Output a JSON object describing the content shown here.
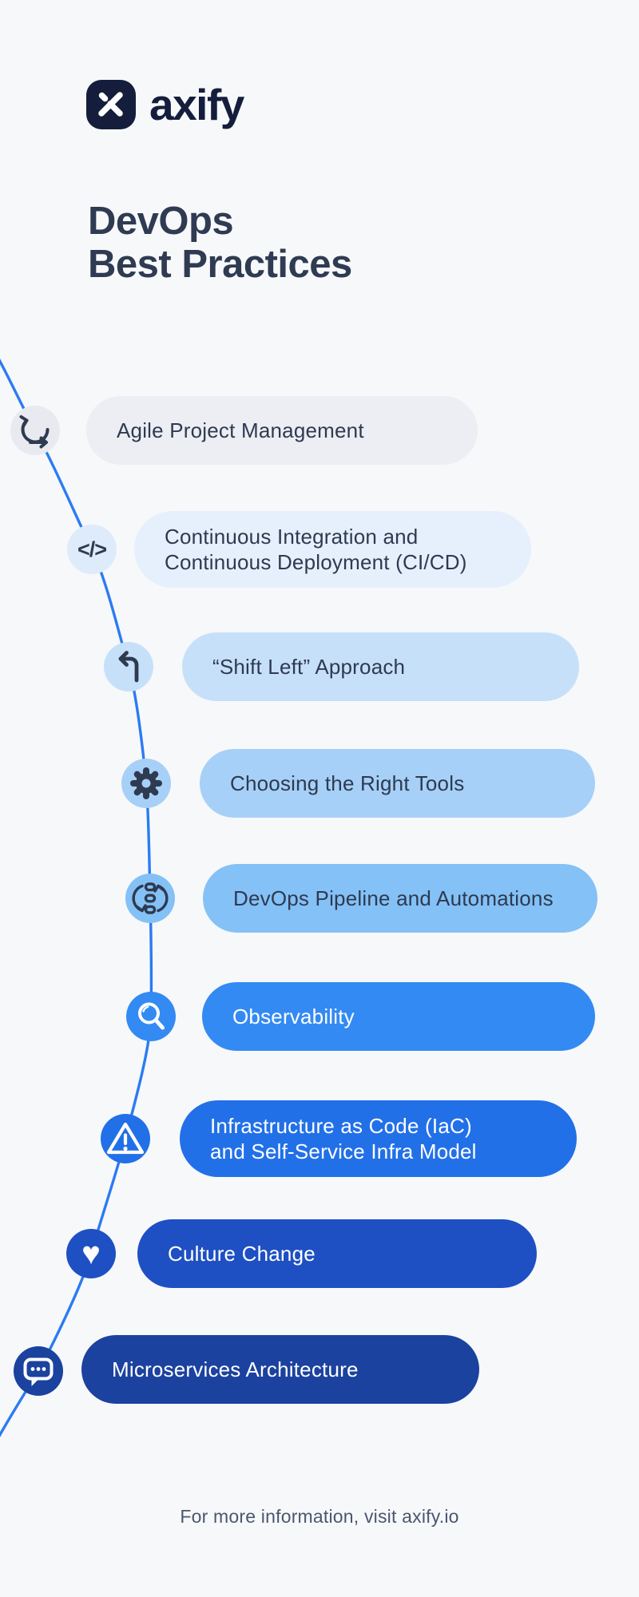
{
  "background": "#F7F8FA",
  "logo": {
    "brand": "axify",
    "mark_icon": "axify-x-logo-icon",
    "color": "#141E3C"
  },
  "title": {
    "line1": "DevOps",
    "line2": "Best Practices",
    "color": "#2F3B52"
  },
  "timeline": {
    "line_color": "#2B7BF3",
    "items": [
      {
        "icon": "agile-cycle-icon",
        "pill_color": "#ECEEF3",
        "circle_color": "#E8EAEF",
        "text_color": "#2E3A50",
        "line1": "Agile Project Management"
      },
      {
        "icon": "code-icon",
        "pill_color": "#E6F0FC",
        "circle_color": "#DEEBFB",
        "text_color": "#2E3A50",
        "glyph": "</>",
        "line1": "Continuous Integration and",
        "line2": "Continuous Deployment (CI/CD)"
      },
      {
        "icon": "shift-left-arrow-icon",
        "pill_color": "#C7E0FA",
        "circle_color": "#C7E0FA",
        "text_color": "#2E3A50",
        "line1": "“Shift Left” Approach"
      },
      {
        "icon": "gear-icon",
        "pill_color": "#A6D0F7",
        "circle_color": "#A6D0F7",
        "text_color": "#2E3A50",
        "line1": "Choosing the Right Tools"
      },
      {
        "icon": "pipeline-icon",
        "pill_color": "#84C1F6",
        "circle_color": "#84C1F6",
        "text_color": "#2E3A50",
        "line1": "DevOps Pipeline and Automations"
      },
      {
        "icon": "magnifier-icon",
        "pill_color": "#338AF3",
        "circle_color": "#338AF3",
        "text_color": "#FFFFFF",
        "line1": "Observability"
      },
      {
        "icon": "warning-triangle-icon",
        "pill_color": "#2270E8",
        "circle_color": "#2270E8",
        "text_color": "#FFFFFF",
        "line1": "Infrastructure as Code (IaC)",
        "line2": "and Self-Service Infra Model"
      },
      {
        "icon": "heart-icon",
        "pill_color": "#1E50C4",
        "circle_color": "#1E50C4",
        "text_color": "#FFFFFF",
        "glyph": "♥",
        "line1": "Culture Change"
      },
      {
        "icon": "chat-bubble-icon",
        "pill_color": "#1B429F",
        "circle_color": "#1B429F",
        "text_color": "#FFFFFF",
        "line1": "Microservices Architecture"
      }
    ]
  },
  "footer": {
    "text": "For more information, visit axify.io"
  }
}
